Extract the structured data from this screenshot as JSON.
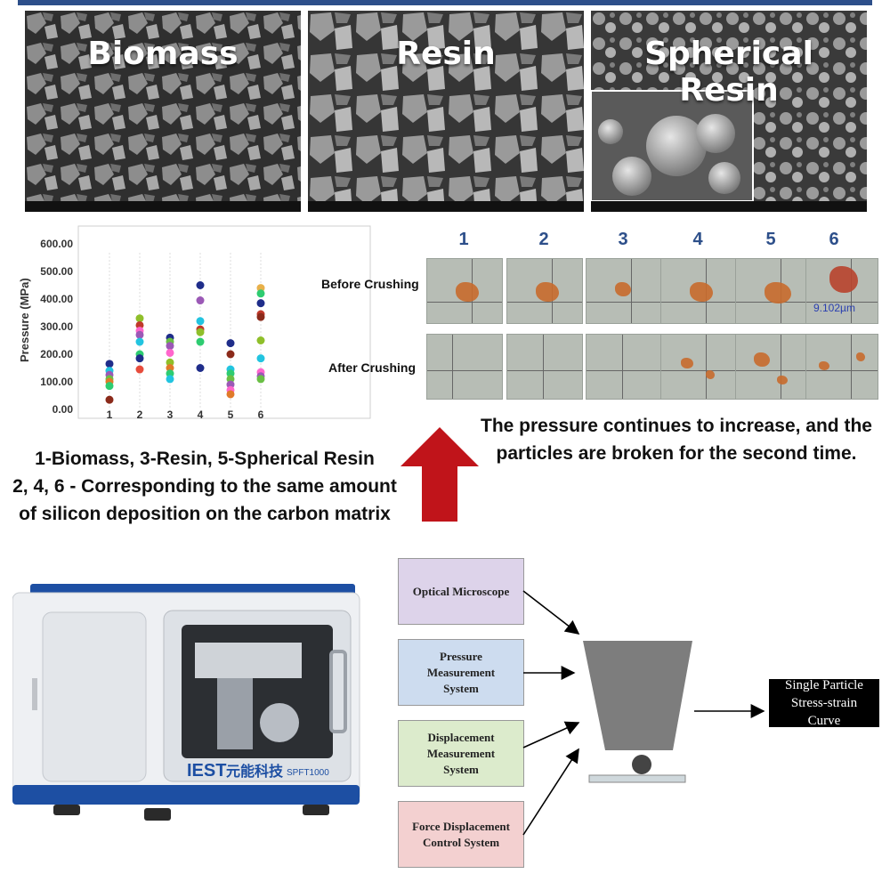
{
  "sem_panels": [
    {
      "title": "Biomass"
    },
    {
      "title": "Resin"
    },
    {
      "title": "Spherical Resin"
    }
  ],
  "chart_data": {
    "type": "scatter",
    "title": "",
    "xlabel": "",
    "ylabel": "Pressure (MPa)",
    "ylim": [
      0,
      600
    ],
    "yticks": [
      "0.00",
      "100.00",
      "200.00",
      "300.00",
      "400.00",
      "500.00",
      "600.00"
    ],
    "xticks": [
      "1",
      "2",
      "3",
      "4",
      "5",
      "6"
    ],
    "grid": false,
    "points": [
      {
        "x": 1,
        "y": 165,
        "color": "#1f2d8a"
      },
      {
        "x": 1,
        "y": 140,
        "color": "#22c4e0"
      },
      {
        "x": 1,
        "y": 125,
        "color": "#9b59b6"
      },
      {
        "x": 1,
        "y": 110,
        "color": "#6abf45"
      },
      {
        "x": 1,
        "y": 100,
        "color": "#e07a2a"
      },
      {
        "x": 1,
        "y": 85,
        "color": "#2ecc71"
      },
      {
        "x": 1,
        "y": 35,
        "color": "#8b2a1a"
      },
      {
        "x": 2,
        "y": 330,
        "color": "#8fbf2a"
      },
      {
        "x": 2,
        "y": 305,
        "color": "#c0392b"
      },
      {
        "x": 2,
        "y": 285,
        "color": "#ff66cc"
      },
      {
        "x": 2,
        "y": 270,
        "color": "#9b59b6"
      },
      {
        "x": 2,
        "y": 245,
        "color": "#22c4e0"
      },
      {
        "x": 2,
        "y": 200,
        "color": "#2ecc71"
      },
      {
        "x": 2,
        "y": 185,
        "color": "#1f2d8a"
      },
      {
        "x": 2,
        "y": 145,
        "color": "#e74c3c"
      },
      {
        "x": 3,
        "y": 260,
        "color": "#1f2d8a"
      },
      {
        "x": 3,
        "y": 245,
        "color": "#6abf45"
      },
      {
        "x": 3,
        "y": 230,
        "color": "#9b59b6"
      },
      {
        "x": 3,
        "y": 205,
        "color": "#ff66cc"
      },
      {
        "x": 3,
        "y": 170,
        "color": "#8fbf2a"
      },
      {
        "x": 3,
        "y": 150,
        "color": "#e07a2a"
      },
      {
        "x": 3,
        "y": 130,
        "color": "#2ecc71"
      },
      {
        "x": 3,
        "y": 110,
        "color": "#22c4e0"
      },
      {
        "x": 4,
        "y": 450,
        "color": "#1f2d8a"
      },
      {
        "x": 4,
        "y": 395,
        "color": "#9b59b6"
      },
      {
        "x": 4,
        "y": 320,
        "color": "#22c4e0"
      },
      {
        "x": 4,
        "y": 290,
        "color": "#c0392b"
      },
      {
        "x": 4,
        "y": 280,
        "color": "#8fbf2a"
      },
      {
        "x": 4,
        "y": 245,
        "color": "#2ecc71"
      },
      {
        "x": 4,
        "y": 150,
        "color": "#1f2d8a"
      },
      {
        "x": 5,
        "y": 240,
        "color": "#1f2d8a"
      },
      {
        "x": 5,
        "y": 200,
        "color": "#8b2a1a"
      },
      {
        "x": 5,
        "y": 145,
        "color": "#22c4e0"
      },
      {
        "x": 5,
        "y": 130,
        "color": "#2ecc71"
      },
      {
        "x": 5,
        "y": 110,
        "color": "#6abf45"
      },
      {
        "x": 5,
        "y": 90,
        "color": "#9b59b6"
      },
      {
        "x": 5,
        "y": 70,
        "color": "#ff66cc"
      },
      {
        "x": 5,
        "y": 55,
        "color": "#e07a2a"
      },
      {
        "x": 6,
        "y": 440,
        "color": "#e8b04a"
      },
      {
        "x": 6,
        "y": 420,
        "color": "#2ecc71"
      },
      {
        "x": 6,
        "y": 385,
        "color": "#1f2d8a"
      },
      {
        "x": 6,
        "y": 345,
        "color": "#c0392b"
      },
      {
        "x": 6,
        "y": 335,
        "color": "#8b2a1a"
      },
      {
        "x": 6,
        "y": 250,
        "color": "#8fbf2a"
      },
      {
        "x": 6,
        "y": 185,
        "color": "#22c4e0"
      },
      {
        "x": 6,
        "y": 135,
        "color": "#ff66cc"
      },
      {
        "x": 6,
        "y": 120,
        "color": "#9b59b6"
      },
      {
        "x": 6,
        "y": 110,
        "color": "#6abf45"
      }
    ],
    "annotations": [
      {
        "text": "Before Crushing"
      },
      {
        "text": "After Crushing"
      }
    ]
  },
  "thumbnails": {
    "indices": [
      "1",
      "2",
      "3",
      "4",
      "5",
      "6"
    ],
    "label_6": "9.102µm"
  },
  "captions": {
    "right_line1": "The pressure continues to increase, and the",
    "right_line2": "particles are broken for the second time.",
    "left_line1": "1-Biomass, 3-Resin, 5-Spherical Resin",
    "left_line2": "2, 4, 6 - Corresponding to the same amount",
    "left_line3": "of silicon deposition on the carbon matrix"
  },
  "machine": {
    "brand": "IEST",
    "brand_cn": "元能科技",
    "model": "SPFT1000"
  },
  "diagram": {
    "box_optical": "Optical Microscope",
    "box_pressure_1": "Pressure",
    "box_pressure_2": "Measurement",
    "box_pressure_3": "System",
    "box_disp_1": "Displacement",
    "box_disp_2": "Measurement",
    "box_disp_3": "System",
    "box_force_1": "Force Displacement",
    "box_force_2": "Control System",
    "result_1": "Single Particle",
    "result_2": "Stress-strain",
    "result_3": "Curve"
  },
  "colors": {
    "accent_blue": "#2d4f8a",
    "arrow_red": "#c0141a",
    "box_optical": "#ddd3ea",
    "box_pressure": "#cddcef",
    "box_disp": "#dcebcc",
    "box_force": "#f3d0d0"
  }
}
